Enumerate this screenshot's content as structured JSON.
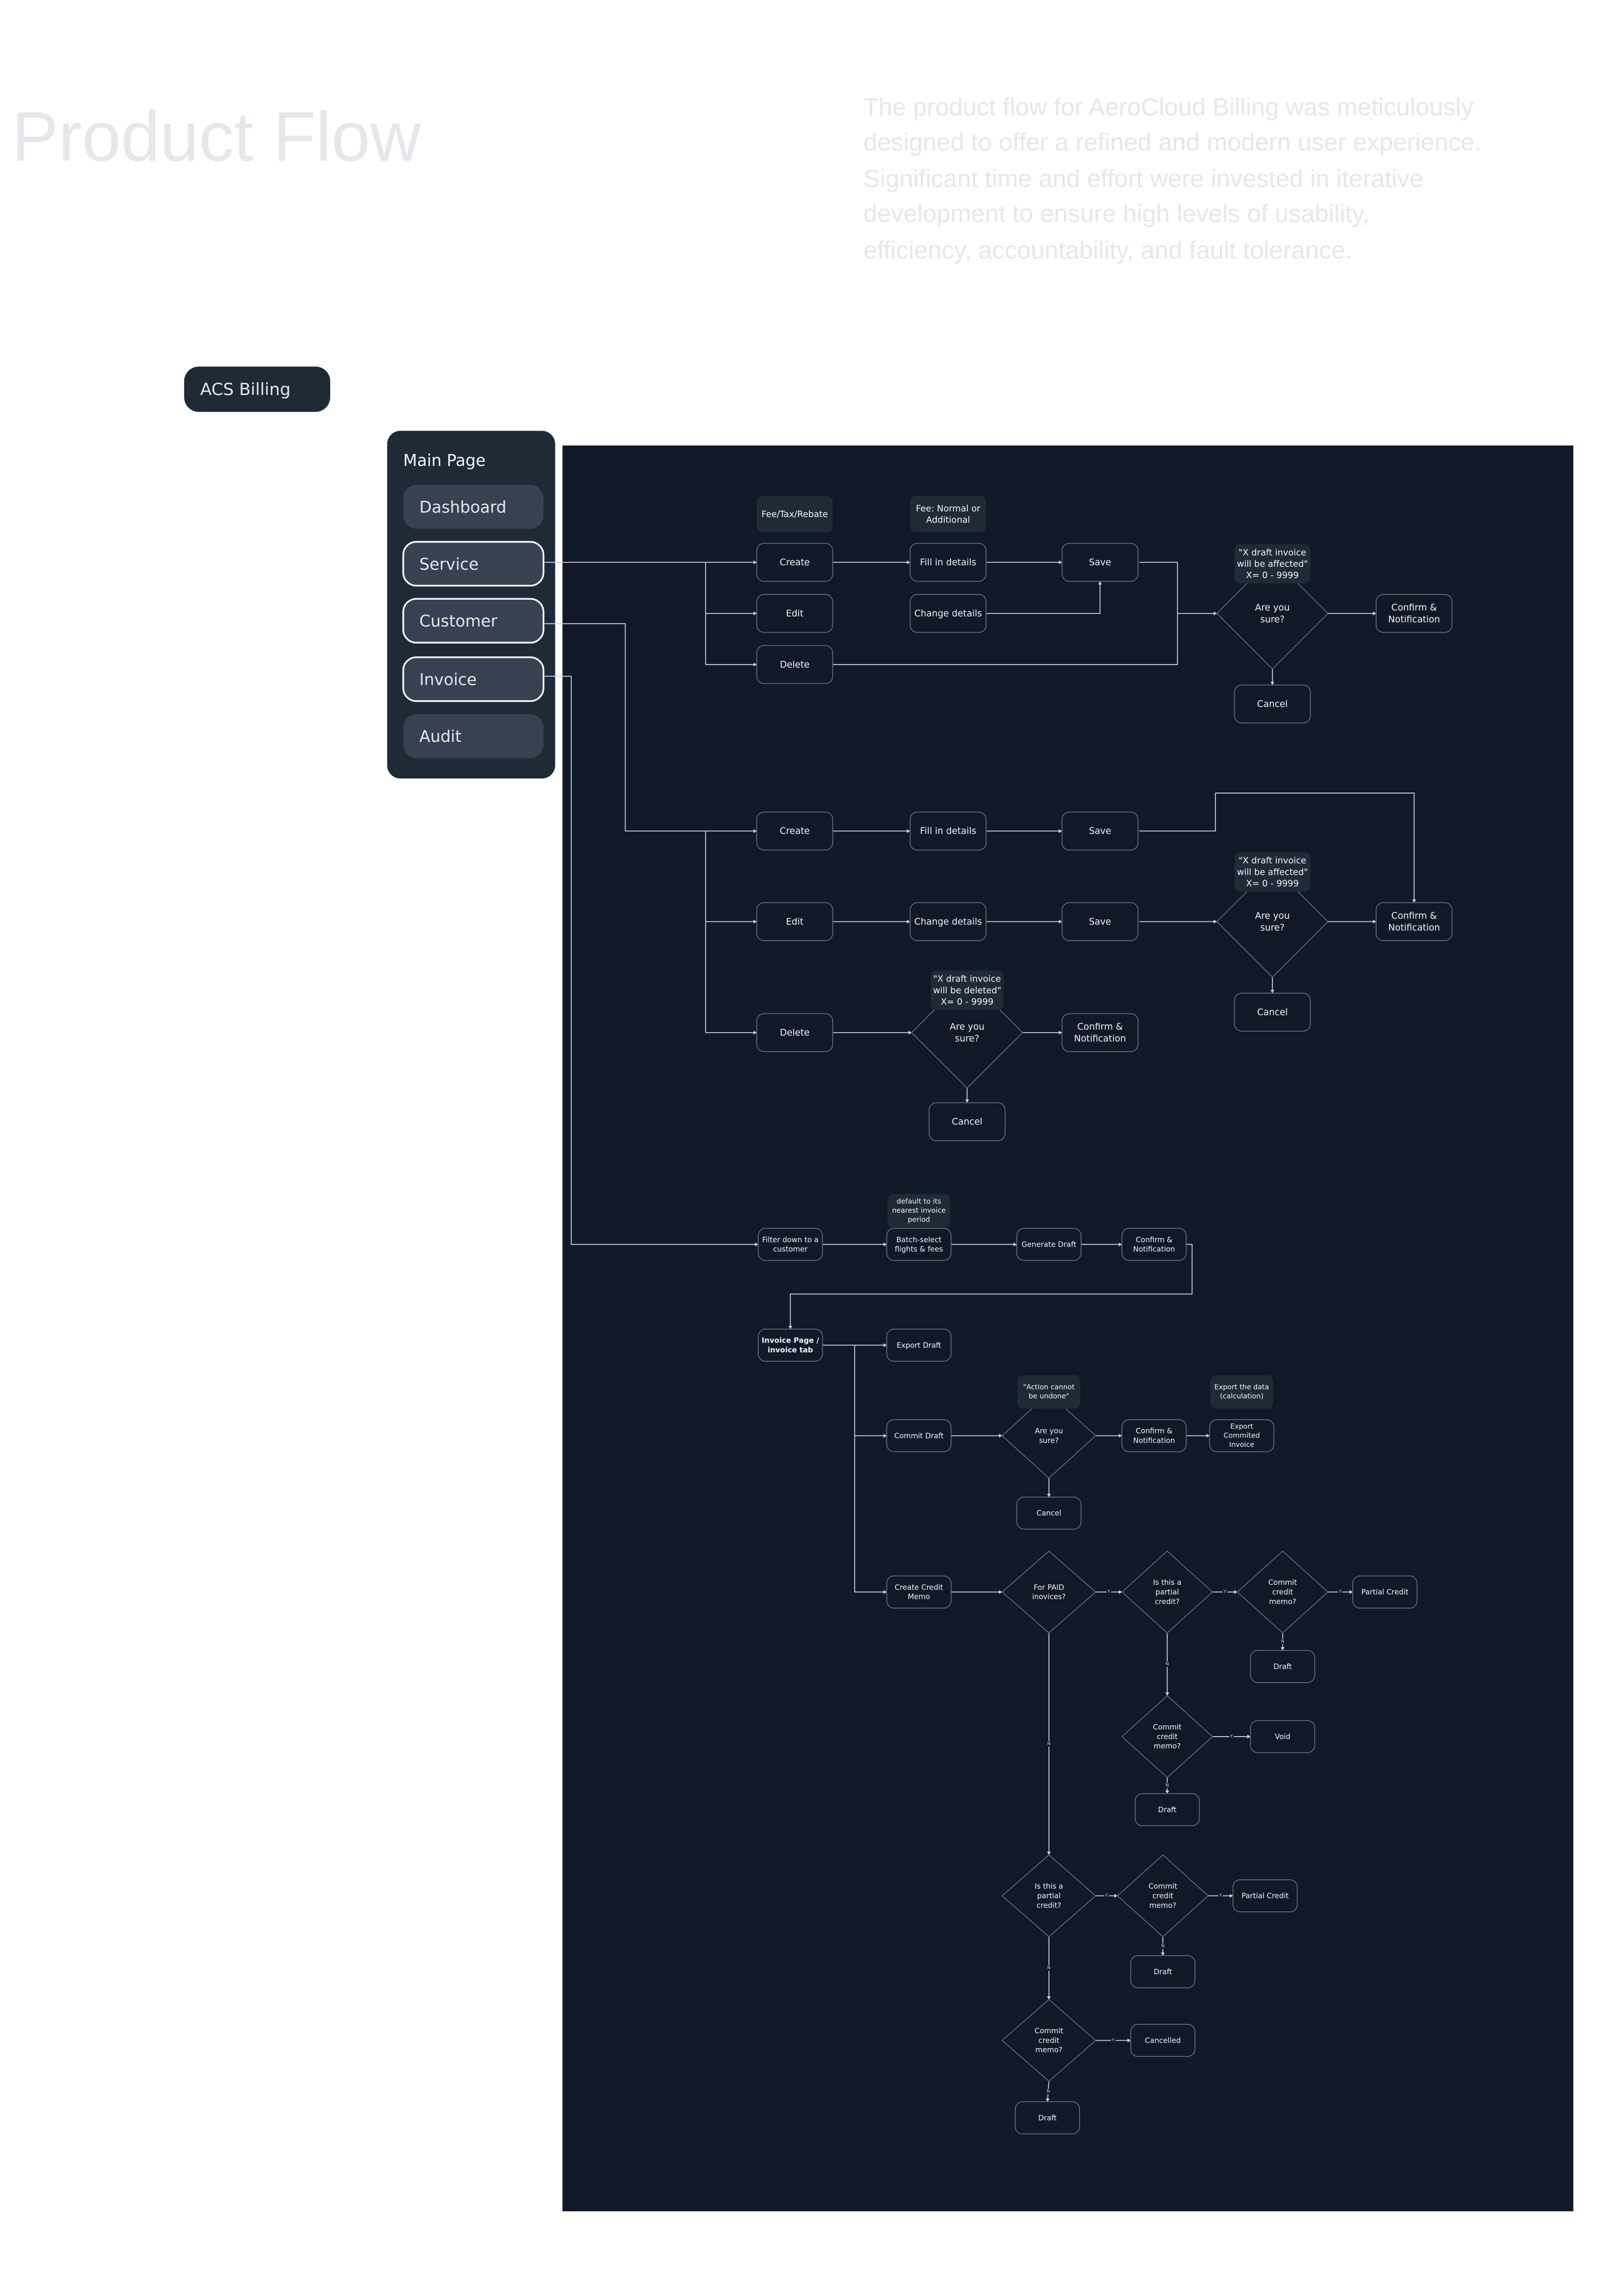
{
  "header": {
    "title": "Product Flow",
    "description": [
      "The product flow for AeroCloud Billing was meticulously",
      "designed to offer a refined and modern user experience.",
      "Significant time and effort were invested in iterative",
      "development to ensure high levels of usability,",
      "efficiency, accountability, and fault tolerance."
    ]
  },
  "app_badge": "ACS Billing",
  "sidebar": {
    "heading": "Main Page",
    "items": [
      {
        "label": "Dashboard",
        "highlighted": false
      },
      {
        "label": "Service",
        "highlighted": true
      },
      {
        "label": "Customer",
        "highlighted": true
      },
      {
        "label": "Invoice",
        "highlighted": true
      },
      {
        "label": "Audit",
        "highlighted": false
      }
    ]
  },
  "colors": {
    "panel": "#111827",
    "node_fill": "#111827",
    "node_stroke": "#5b6b7a",
    "note_fill": "#1f2a37",
    "sidebar": "#1f2a37",
    "sidebar_item": "#374151",
    "connector": "#cbd5e1",
    "text": "#f3f4f6"
  },
  "diagram": {
    "edge_labels": {
      "yes": "Y",
      "no": "N"
    },
    "nodes": {
      "svc_create_note": [
        "Fee/Tax/Rebate"
      ],
      "svc_fill_note": [
        "Fee: Normal or",
        "Additional"
      ],
      "svc_create": [
        "Create"
      ],
      "svc_edit": [
        "Edit"
      ],
      "svc_delete": [
        "Delete"
      ],
      "svc_fill": [
        "Fill in details"
      ],
      "svc_change": [
        "Change details"
      ],
      "svc_save": [
        "Save"
      ],
      "svc_note": [
        "\"X draft invoice",
        "will be affected\"",
        "X= 0 - 9999"
      ],
      "svc_sure": [
        "Are you",
        "sure?"
      ],
      "svc_confirm": [
        "Confirm &",
        "Notification"
      ],
      "svc_cancel": [
        "Cancel"
      ],
      "cus_create": [
        "Create"
      ],
      "cus_fill": [
        "Fill in details"
      ],
      "cus_save1": [
        "Save"
      ],
      "cus_edit": [
        "Edit"
      ],
      "cus_change": [
        "Change details"
      ],
      "cus_save2": [
        "Save"
      ],
      "cus_note": [
        "\"X draft invoice",
        "will be affected\"",
        "X= 0 - 9999"
      ],
      "cus_sure": [
        "Are you",
        "sure?"
      ],
      "cus_confirm": [
        "Confirm &",
        "Notification"
      ],
      "cus_cancel": [
        "Cancel"
      ],
      "cus_delete": [
        "Delete"
      ],
      "cus_del_note": [
        "\"X draft invoice",
        "will be deleted\"",
        "X= 0 - 9999"
      ],
      "cus_del_sure": [
        "Are you",
        "sure?"
      ],
      "cus_del_confirm": [
        "Confirm &",
        "Notification"
      ],
      "cus_del_cancel": [
        "Cancel"
      ],
      "inv_filter": [
        "Filter down to a",
        "customer"
      ],
      "inv_batch_note": [
        "default to its",
        "nearest invoice",
        "period"
      ],
      "inv_batch": [
        "Batch-select",
        "flights & fees"
      ],
      "inv_gen": [
        "Generate Draft"
      ],
      "inv_confirm": [
        "Confirm &",
        "Notification"
      ],
      "inv_page": [
        "Invoice Page /",
        "invoice tab"
      ],
      "inv_export": [
        "Export Draft"
      ],
      "inv_commit": [
        "Commit Draft"
      ],
      "inv_commit_note": [
        "\"Action cannot",
        "be undone\""
      ],
      "inv_sure": [
        "Are you",
        "sure?"
      ],
      "inv_confirm2": [
        "Confirm &",
        "Notification"
      ],
      "inv_export_note": [
        "Export the data",
        "(calculation)"
      ],
      "inv_export_commit": [
        "Export",
        "Commited",
        "Invoice"
      ],
      "inv_cancel": [
        "Cancel"
      ],
      "cm_create": [
        "Create Credit",
        "Memo"
      ],
      "cm_paid": [
        "For PAID",
        "inovices?"
      ],
      "cm_partial1": [
        "Is this a",
        "partial",
        "credit?"
      ],
      "cm_commit1": [
        "Commit",
        "credit",
        "memo?"
      ],
      "cm_partial_credit1": [
        "Partial Credit"
      ],
      "cm_draft1": [
        "Draft"
      ],
      "cm_commit2": [
        "Commit",
        "credit",
        "memo?"
      ],
      "cm_void": [
        "Void"
      ],
      "cm_draft2": [
        "Draft"
      ],
      "cm_partial2": [
        "Is this a",
        "partial",
        "credit?"
      ],
      "cm_commit3": [
        "Commit",
        "credit",
        "memo?"
      ],
      "cm_partial_credit2": [
        "Partial Credit"
      ],
      "cm_draft3": [
        "Draft"
      ],
      "cm_commit4": [
        "Commit",
        "credit",
        "memo?"
      ],
      "cm_cancelled": [
        "Cancelled"
      ],
      "cm_draft4": [
        "Draft"
      ]
    }
  }
}
